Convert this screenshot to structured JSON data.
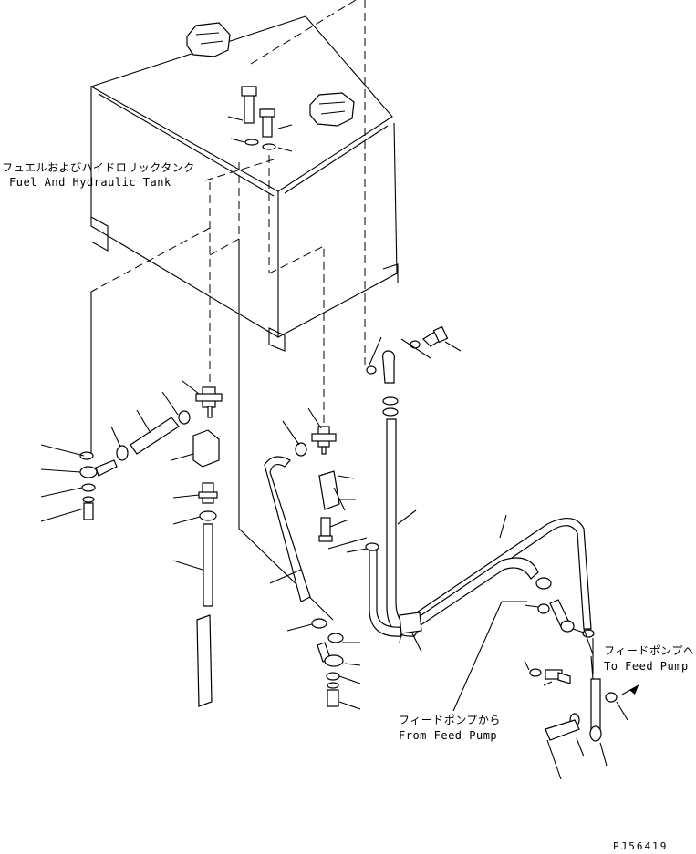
{
  "labels": {
    "tank_jp": "フュエルおよびハイドロリックタンク",
    "tank_en": "Fuel And Hydraulic Tank",
    "to_pump_jp": "フィードポンプへ",
    "to_pump_en": "To Feed Pump",
    "from_pump_jp": "フィードポンプから",
    "from_pump_en": "From Feed Pump",
    "drawing_no": "PJ56419"
  }
}
